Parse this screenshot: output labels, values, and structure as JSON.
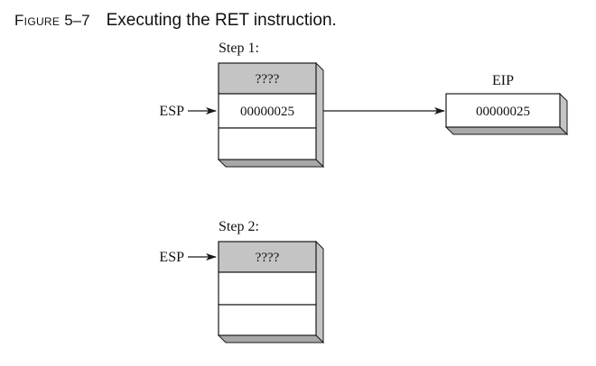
{
  "figure": {
    "label": "Figure",
    "number": "5–7",
    "title": "Executing the RET instruction."
  },
  "colors": {
    "shaded_cell": "#c4c4c4",
    "bevel_side": "#c4c4c4",
    "bevel_bottom": "#a8a8a8",
    "stroke": "#1a1a1a"
  },
  "step1": {
    "label": "Step 1:",
    "pointer": "ESP",
    "cells": [
      "????",
      "00000025",
      ""
    ]
  },
  "eip": {
    "label": "EIP",
    "value": "00000025"
  },
  "step2": {
    "label": "Step 2:",
    "pointer": "ESP",
    "cells": [
      "????",
      "",
      ""
    ]
  }
}
